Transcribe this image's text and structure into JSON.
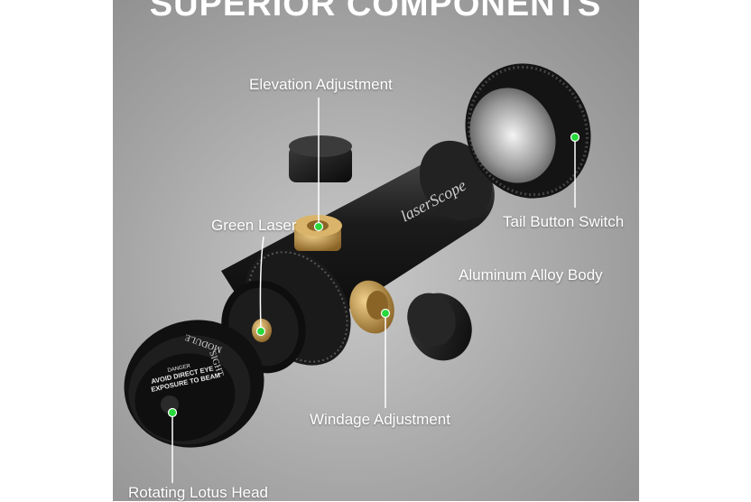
{
  "heading": "SUPERIOR COMPONENTS",
  "callouts": {
    "elevation": "Elevation Adjustment",
    "green_laser": "Green Laser",
    "tail_switch": "Tail Button Switch",
    "body": "Aluminum Alloy Body",
    "windage": "Windage Adjustment",
    "lotus_head": "Rotating Lotus Head"
  },
  "product": {
    "brand_engraving": "laserScope",
    "cap_ring_text_1": "SIGHT",
    "cap_ring_text_2": "MODULE",
    "cap_warning_1": "AVOID DIRECT EYE",
    "cap_warning_2": "EXPOSURE TO BEAM",
    "cap_danger": "DANGER"
  },
  "colors": {
    "accent_dot": "#27d93a",
    "callout_line": "#ffffff",
    "metal_black": "#161616",
    "brass": "#c79a4a"
  }
}
